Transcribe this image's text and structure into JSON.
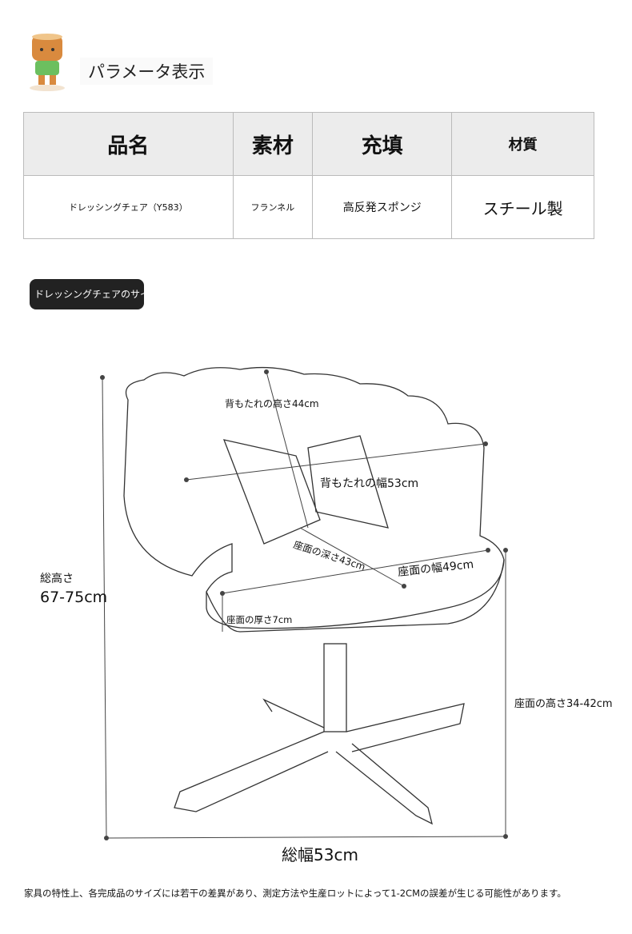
{
  "header": {
    "title": "パラメータ表示",
    "mascot_icon": "tree-stump-mascot-icon"
  },
  "params": {
    "headers": [
      "品名",
      "素材",
      "充填",
      "材質"
    ],
    "values": [
      "ドレッシングチェア（Y583）",
      "フランネル",
      "高反発スポンジ",
      "スチール製"
    ]
  },
  "section_label": "ドレッシングチェアのサイズ",
  "dimensions": {
    "backrest_height": "背もたれの高さ44cm",
    "backrest_width": "背もたれの幅53cm",
    "seat_depth": "座面の深さ43cm",
    "seat_width": "座面の幅49cm",
    "seat_thickness": "座面の厚さ7cm",
    "total_height_label": "総高さ",
    "total_height_value": "67-75cm",
    "seat_height": "座面の高さ34-42cm",
    "total_width": "総幅53cm"
  },
  "note": "家具の特性上、各完成品のサイズには若干の差異があり、測定方法や生産ロットによって1-2CMの誤差が生じる可能性があります。"
}
